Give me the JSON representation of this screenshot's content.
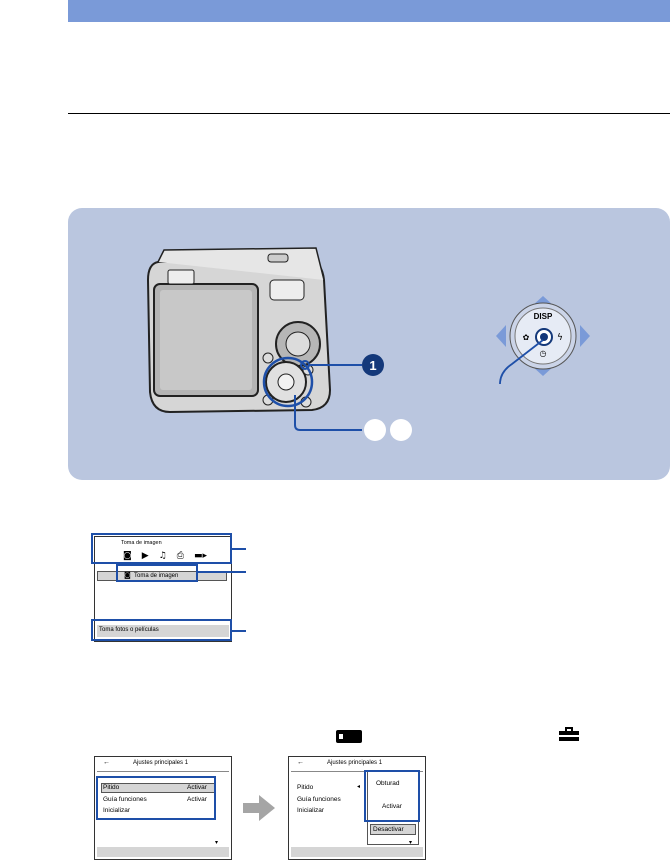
{
  "colors": {
    "header_bar": "#7a9ad8",
    "panel_bg": "#bac6df",
    "callout": "#1e4fa8",
    "marker": "#14387a"
  },
  "markers": {
    "one": "1"
  },
  "dpad": {
    "disp_label": "DISP",
    "icons": [
      "macro-icon",
      "flash-icon",
      "self-timer-icon"
    ]
  },
  "home_screen": {
    "category_title": "Toma de imagen",
    "selected_item": "Toma de imagen",
    "guide_text": "Toma fotos o películas",
    "category_icons": [
      "camera-icon",
      "play-icon",
      "music-note-icon",
      "print-icon",
      "memory-card-icon",
      "right-arrow-icon"
    ]
  },
  "inline_icons": [
    "memory-card-icon",
    "toolbox-icon"
  ],
  "settings_screen_1": {
    "title": "Ajustes principales 1",
    "rows": [
      {
        "label": "Pitido",
        "value": "Activar"
      },
      {
        "label": "Guía funciones",
        "value": "Activar"
      },
      {
        "label": "Inicializar",
        "value": ""
      }
    ]
  },
  "settings_screen_2": {
    "title": "Ajustes principales 1",
    "rows": [
      {
        "label": "Pitido"
      },
      {
        "label": "Guía funciones"
      },
      {
        "label": "Inicializar"
      }
    ],
    "options": [
      "Obturad",
      "Activar",
      "Desactivar"
    ]
  }
}
